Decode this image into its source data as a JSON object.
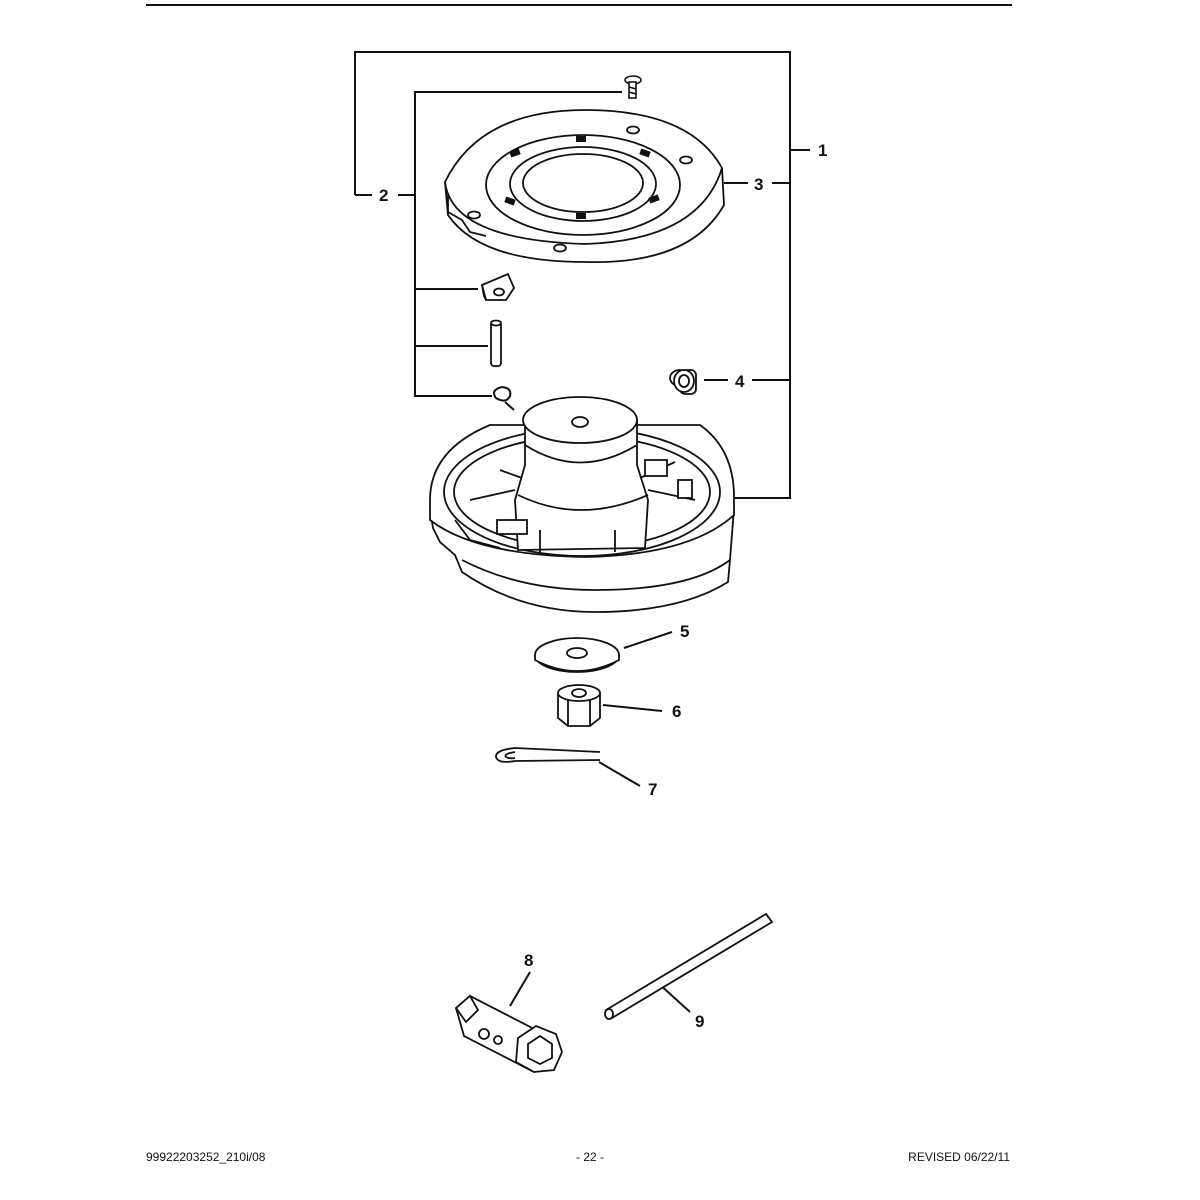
{
  "callouts": {
    "c1": "1",
    "c2": "2",
    "c3": "3",
    "c4": "4",
    "c5": "5",
    "c6": "6",
    "c7": "7",
    "c8": "8",
    "c9": "9"
  },
  "footer": {
    "doc_number": "99922203252_210i/08",
    "page": "- 22 -",
    "revised": "REVISED 06/22/11"
  },
  "colors": {
    "line": "#111111",
    "fill": "#ffffff",
    "shade": "#d8d8d8"
  },
  "icons": [
    "screw-icon",
    "cover-plate-icon",
    "latch-icon",
    "pin-icon",
    "spring-icon",
    "bushing-icon",
    "spool-housing-icon",
    "washer-icon",
    "nut-icon",
    "cotter-pin-icon",
    "box-wrench-icon",
    "rod-icon"
  ]
}
